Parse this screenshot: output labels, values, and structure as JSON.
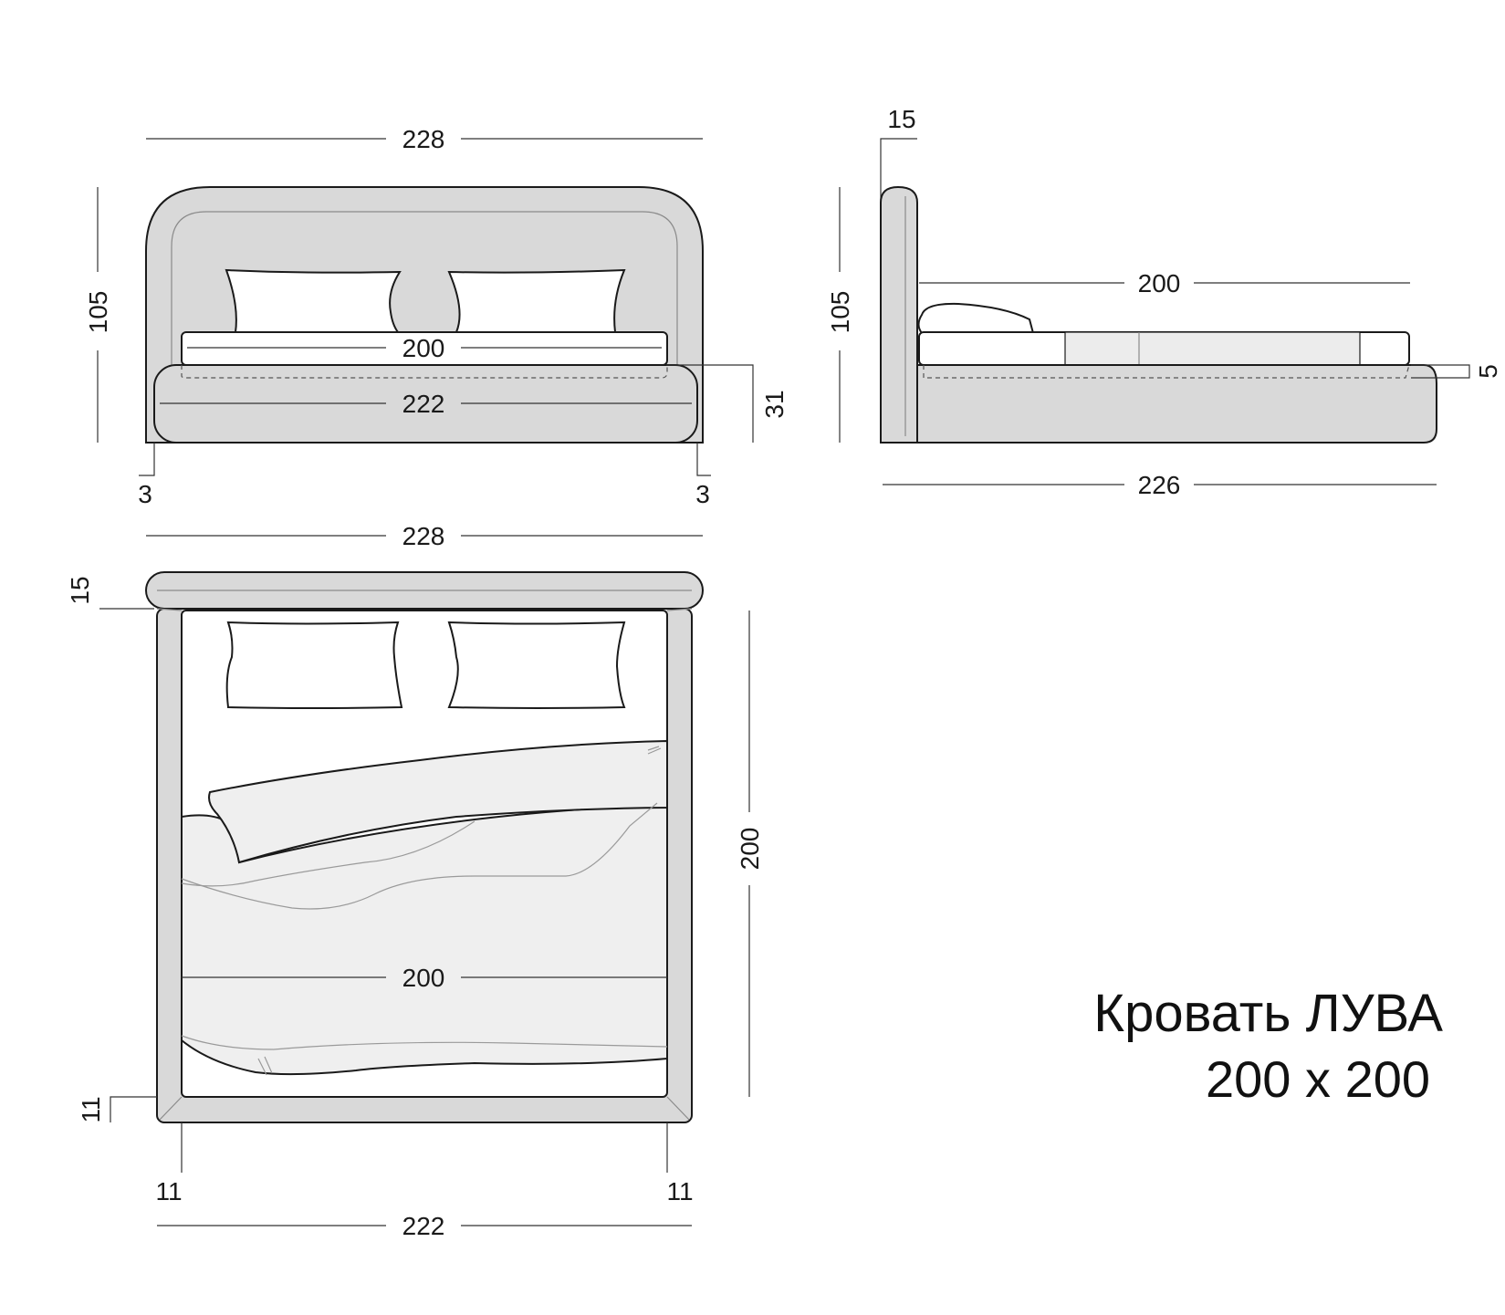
{
  "title": "Кровать ЛУВА",
  "size": "200 x 200",
  "front": {
    "width_total": "228",
    "height": "105",
    "mattress_width": "200",
    "base_width": "222",
    "base_height": "31",
    "offset_left": "3",
    "offset_right": "3"
  },
  "side": {
    "headboard_depth": "15",
    "height": "105",
    "mattress_length": "200",
    "base_length": "226",
    "mattress_offset": "5"
  },
  "top": {
    "width_total": "228",
    "headboard_depth": "15",
    "length": "200",
    "mattress_width": "200",
    "frame_side": "11",
    "frame_left": "11",
    "frame_right": "11",
    "base_width": "222"
  }
}
